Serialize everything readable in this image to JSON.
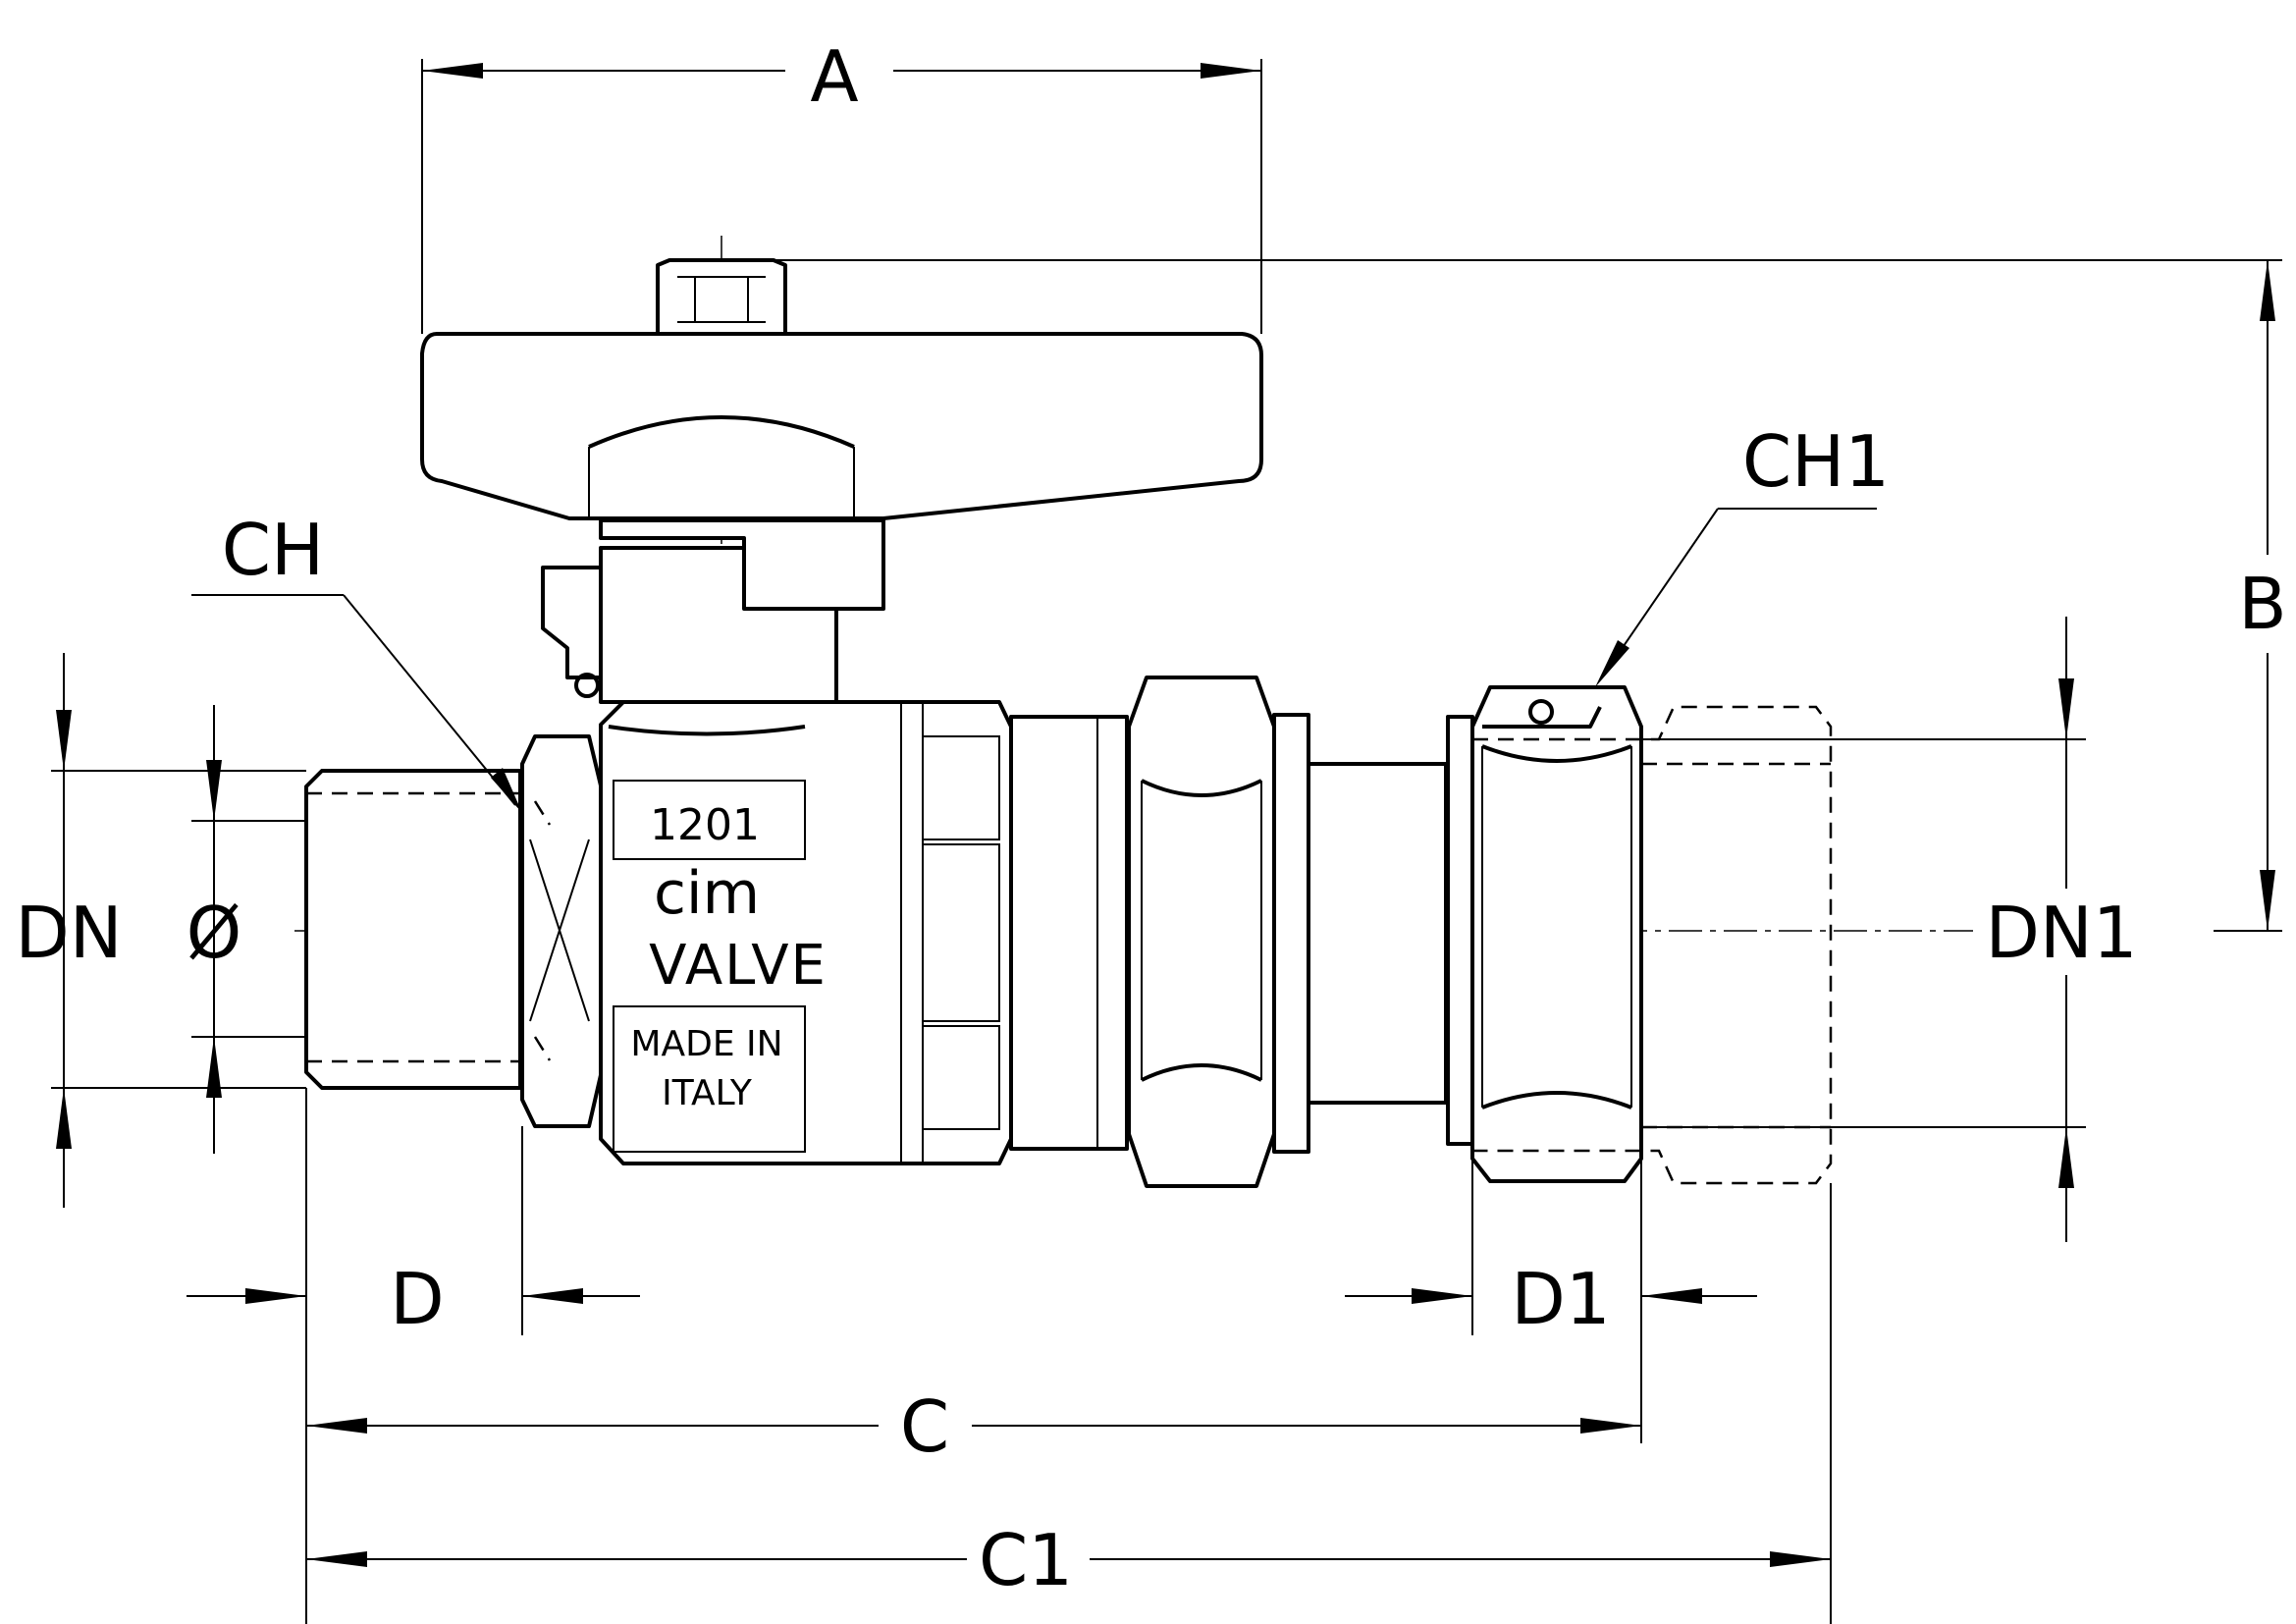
{
  "dimensions": {
    "A": "A",
    "B": "B",
    "C": "C",
    "C1": "C1",
    "D": "D",
    "D1": "D1",
    "DN": "DN",
    "DN1": "DN1",
    "diameter": "Ø",
    "CH": "CH",
    "CH1": "CH1"
  },
  "body_marking": {
    "model": "1201",
    "brand": "cim",
    "name": "VALVE",
    "origin_line1": "MADE IN",
    "origin_line2": "ITALY"
  }
}
